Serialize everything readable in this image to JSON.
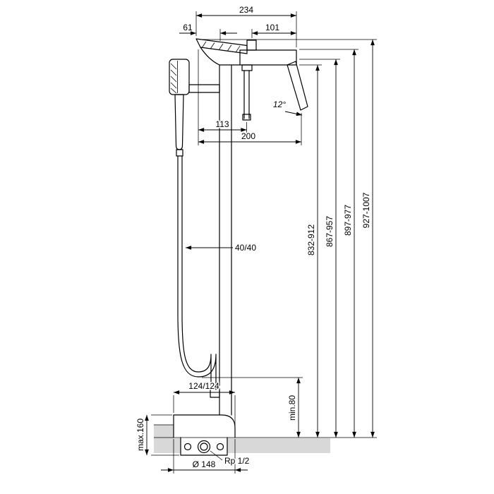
{
  "colors": {
    "line": "#000000",
    "floor_fill": "#d8d8d8",
    "background": "#ffffff"
  },
  "dims": {
    "width_total": "234",
    "width_tip_to_column": "61",
    "width_right": "101",
    "offset_hose_nipple": "113",
    "offset_handle": "200",
    "handle_angle": "12°",
    "pipe_size": "40/40",
    "height_spout_bottom": "832-912",
    "height_spout_top": "867-957",
    "height_handle": "897-977",
    "height_total": "927-1007",
    "base_width": "124/124",
    "floor_min_clearance": "min.80",
    "floor_max_buildup": "max.160",
    "base_diameter": "Ø 148",
    "connection_thread": "Rp 1/2"
  }
}
